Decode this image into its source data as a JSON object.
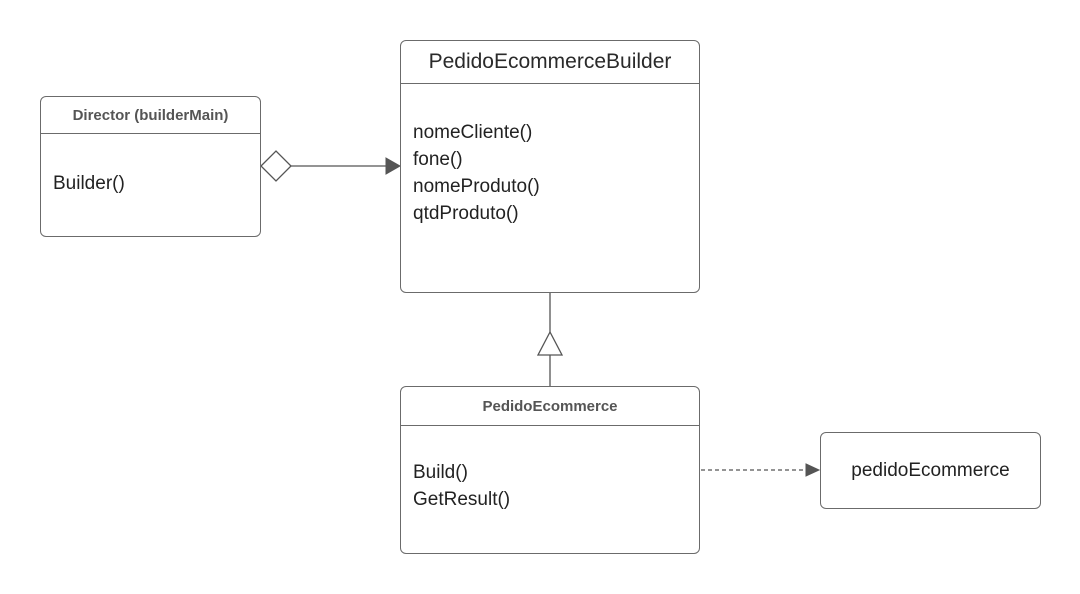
{
  "director": {
    "title": "Director (builderMain)",
    "methods": [
      "Builder()"
    ]
  },
  "builder": {
    "title": "PedidoEcommerceBuilder",
    "methods": [
      "nomeCliente()",
      "fone()",
      "nomeProduto()",
      "qtdProduto()"
    ]
  },
  "product": {
    "title": "PedidoEcommerce",
    "methods": [
      "Build()",
      "GetResult()"
    ]
  },
  "result": {
    "label": "pedidoEcommerce"
  },
  "colors": {
    "line": "#555555",
    "border": "#6b6b6b",
    "text": "#222222"
  }
}
